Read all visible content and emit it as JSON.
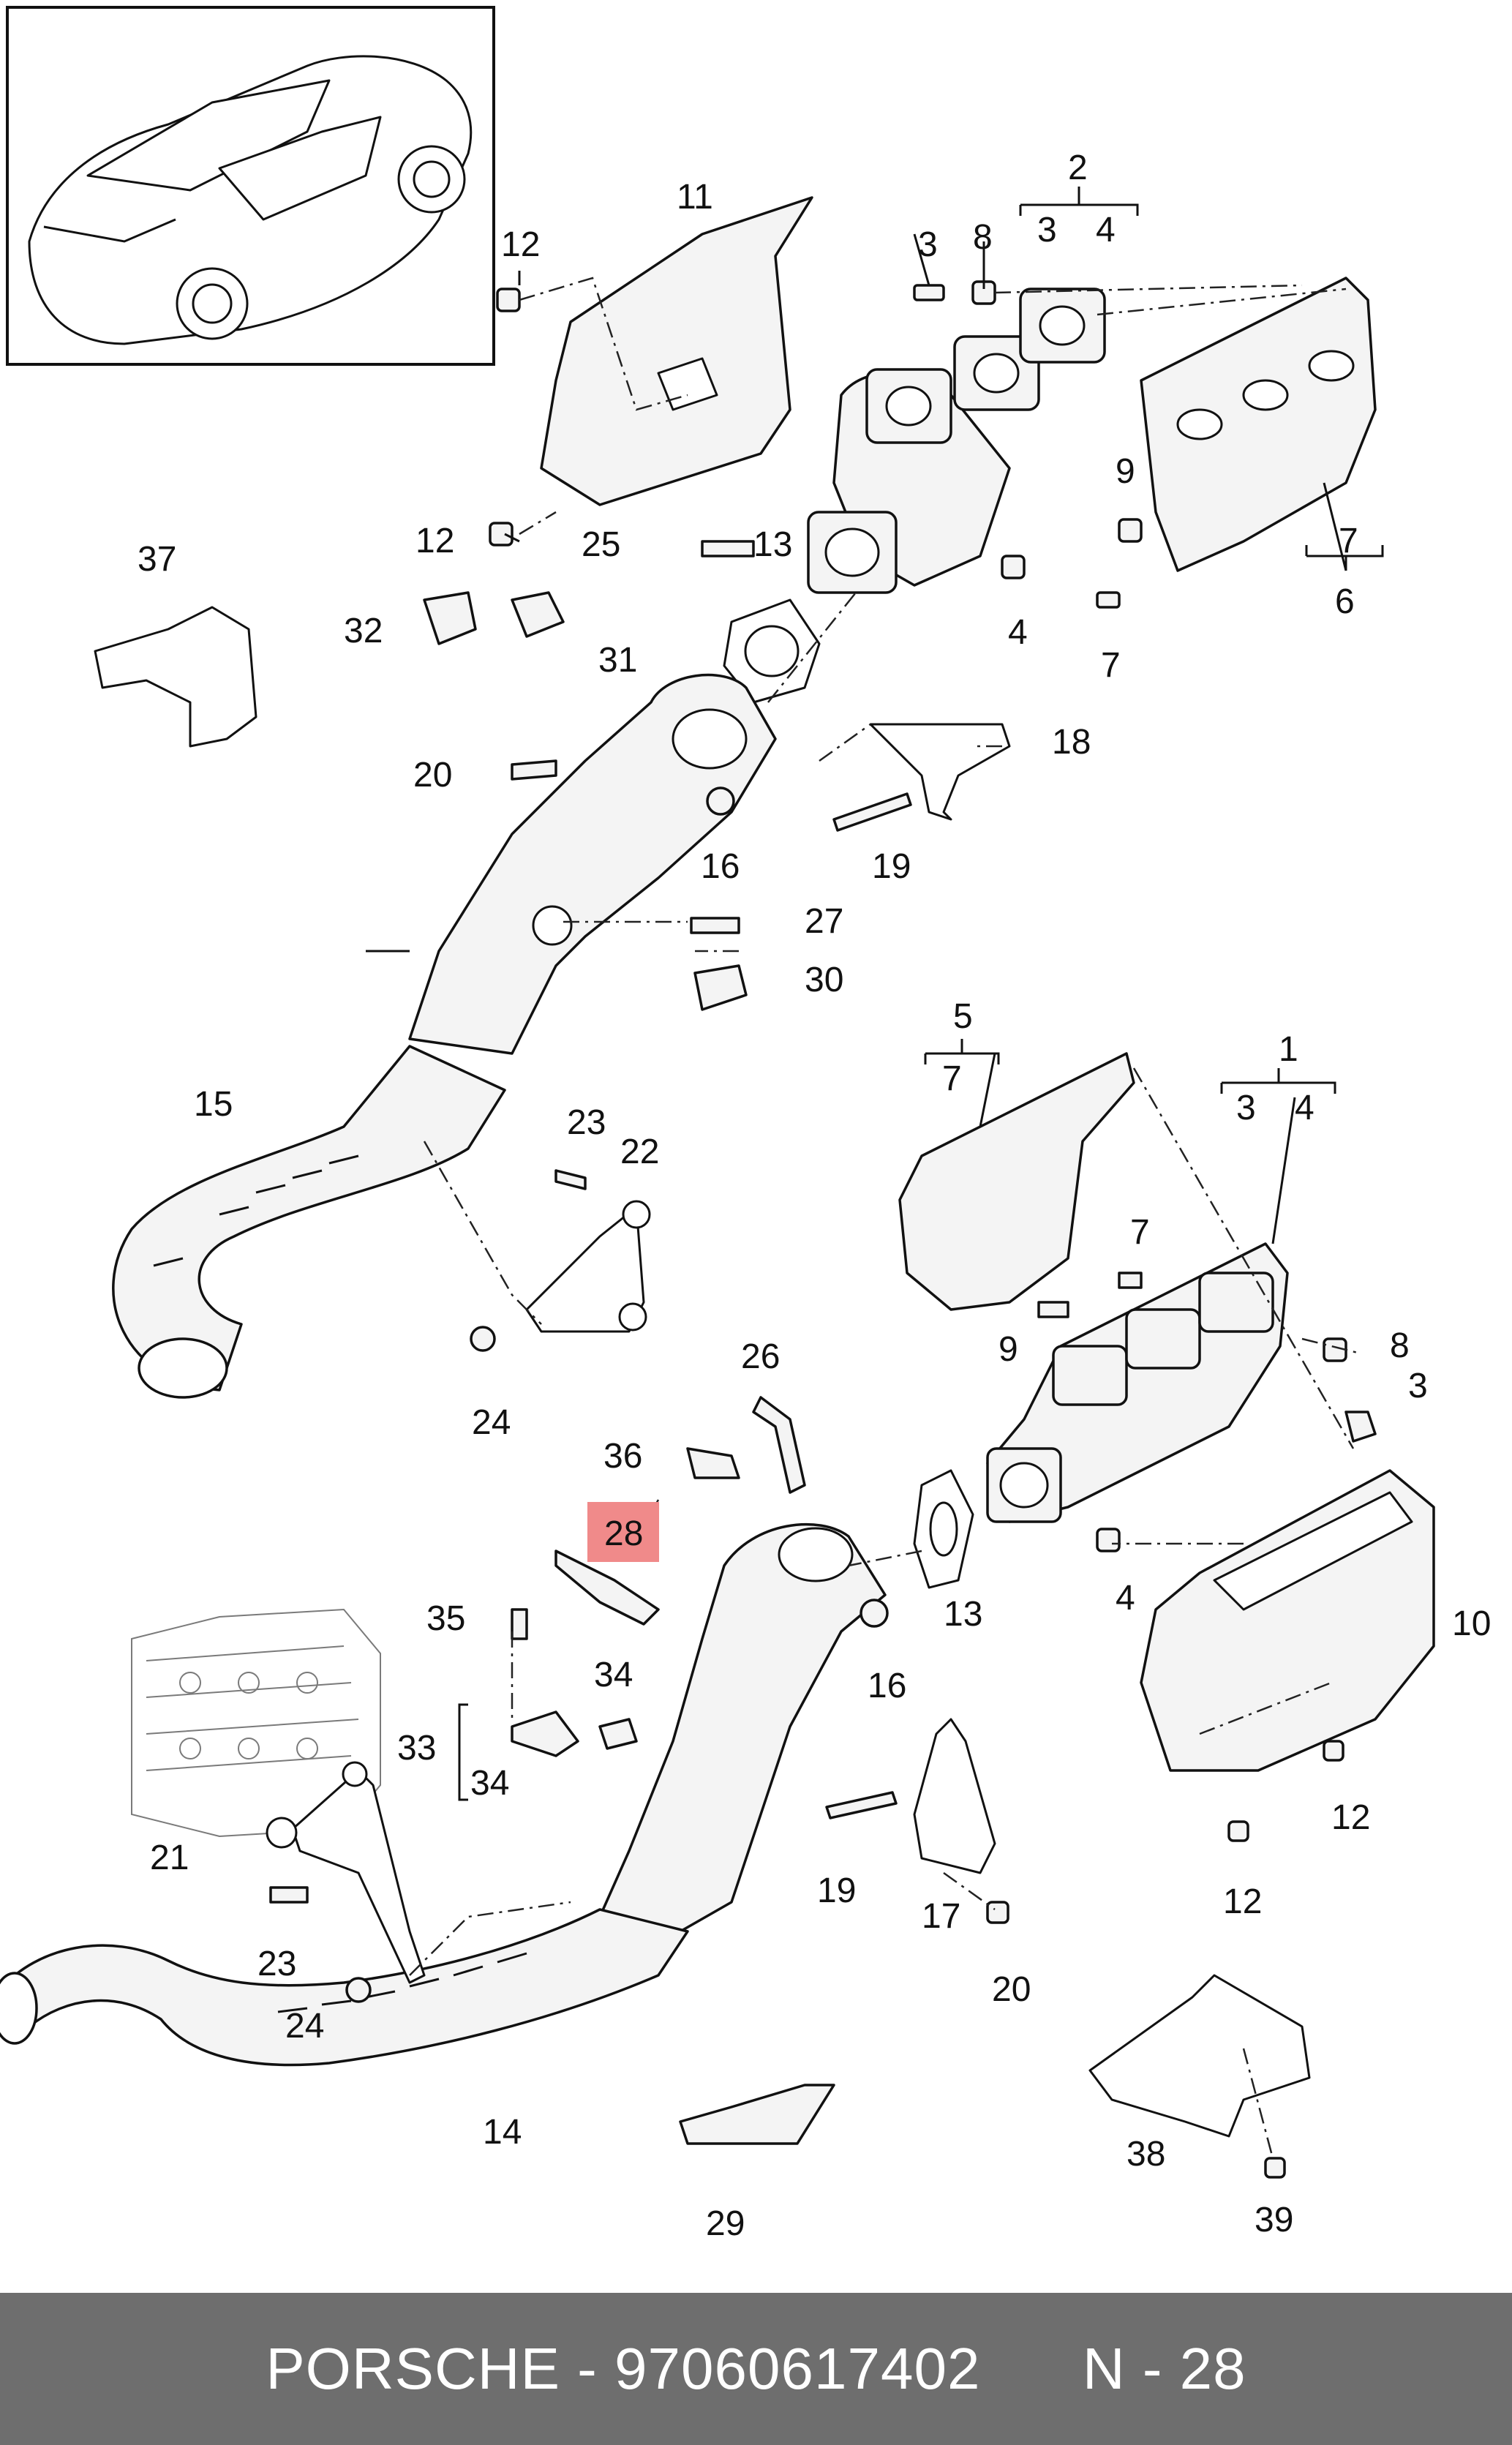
{
  "footer": {
    "brand": "PORSCHE",
    "separator": " - ",
    "part_number": "97060617402",
    "gap": "      ",
    "diagram_ref": "N - 28"
  },
  "highlight": {
    "label": "28",
    "color": "#f08a8a"
  },
  "labels": {
    "l1": "1",
    "l2": "2",
    "l3a": "3",
    "l4a": "4",
    "l3b": "3",
    "l4b": "4",
    "l3c": "3",
    "l3d": "3",
    "l4c": "4",
    "l4d": "4",
    "l5": "5",
    "l6": "6",
    "l7a": "7",
    "l7b": "7",
    "l7c": "7",
    "l7d": "7",
    "l8a": "8",
    "l8b": "8",
    "l9a": "9",
    "l9b": "9",
    "l10": "10",
    "l11": "11",
    "l12a": "12",
    "l12b": "12",
    "l12c": "12",
    "l12d": "12",
    "l13a": "13",
    "l13b": "13",
    "l14": "14",
    "l15": "15",
    "l16a": "16",
    "l16b": "16",
    "l17": "17",
    "l18": "18",
    "l19a": "19",
    "l19b": "19",
    "l20a": "20",
    "l20b": "20",
    "l21": "21",
    "l22": "22",
    "l23a": "23",
    "l23b": "23",
    "l24a": "24",
    "l24b": "24",
    "l25": "25",
    "l26": "26",
    "l27": "27",
    "l29": "29",
    "l30": "30",
    "l31": "31",
    "l32": "32",
    "l33": "33",
    "l34a": "34",
    "l34b": "34",
    "l35": "35",
    "l36": "36",
    "l37": "37",
    "l38": "38",
    "l39": "39"
  }
}
